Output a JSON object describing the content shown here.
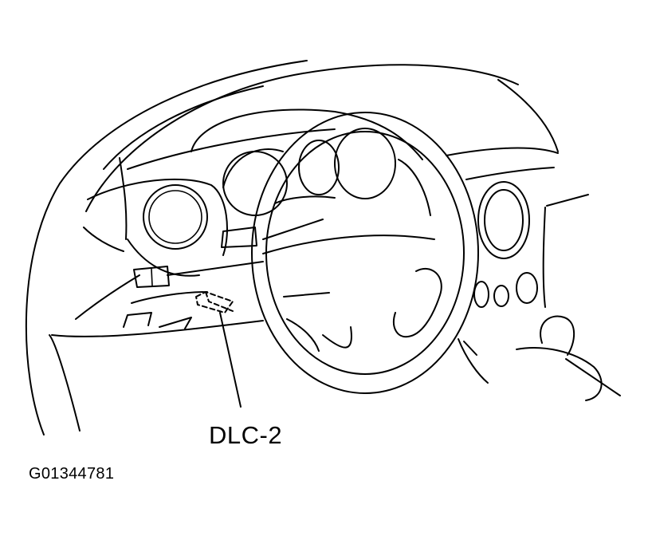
{
  "callout_label": "DLC-2",
  "figure_id": "G01344781",
  "icons": [
    "dashboard-drawing",
    "steering-wheel-icon",
    "dlc2-connector-icon"
  ]
}
